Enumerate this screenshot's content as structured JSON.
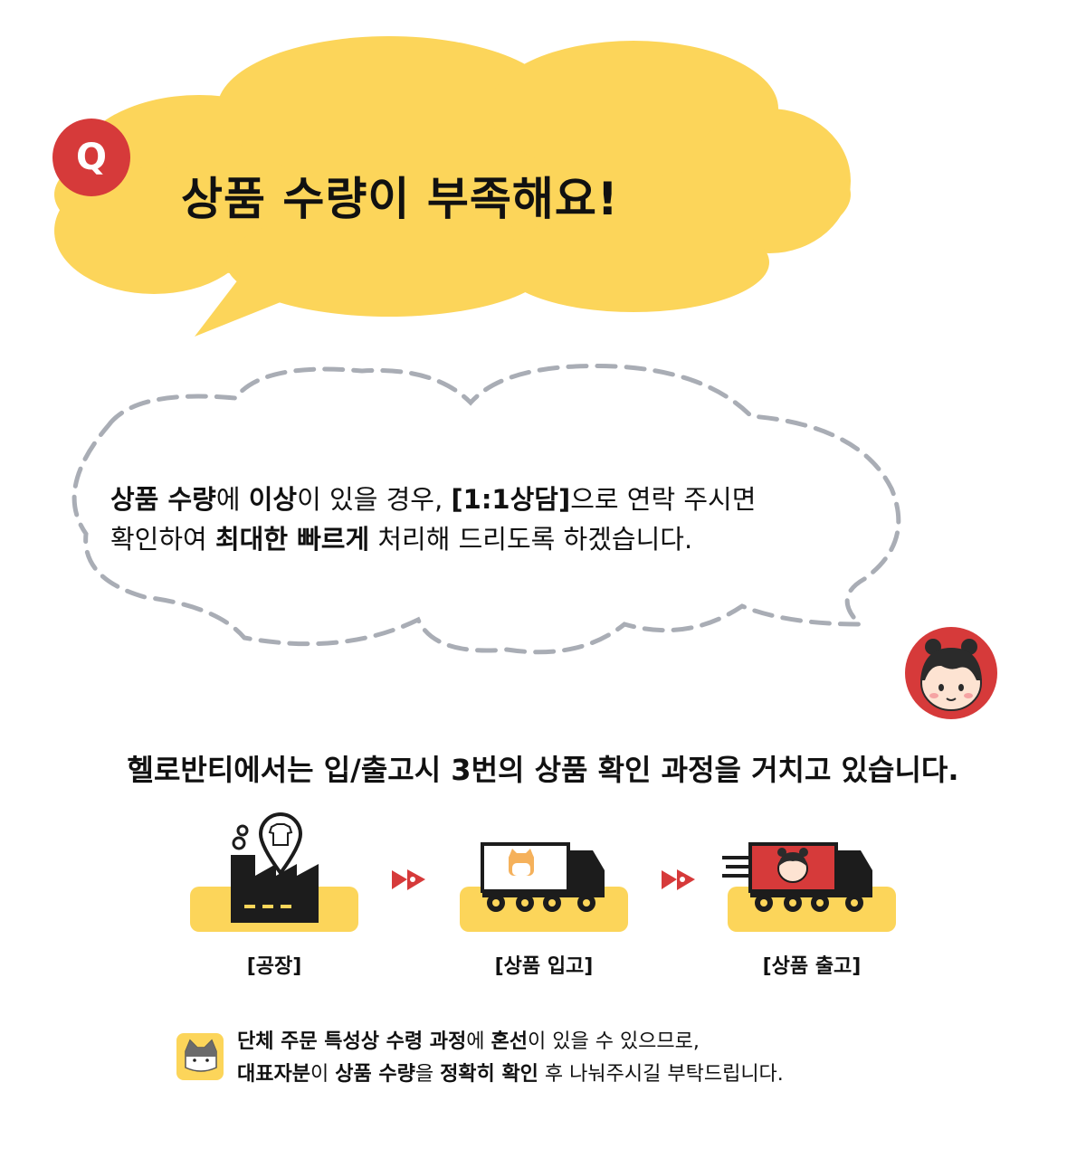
{
  "question": {
    "badge": "Q",
    "title": "상품 수량이 부족해요!"
  },
  "answer": {
    "line1": [
      {
        "text": "상품 수량",
        "bold": true
      },
      {
        "text": "에 ",
        "bold": false
      },
      {
        "text": "이상",
        "bold": true
      },
      {
        "text": "이 있을 경우, ",
        "bold": false
      },
      {
        "text": "[1:1상담]",
        "bold": true
      },
      {
        "text": "으로 연락 주시면",
        "bold": false
      }
    ],
    "line2": [
      {
        "text": "확인하여 ",
        "bold": false
      },
      {
        "text": "최대한 빠르게",
        "bold": true
      },
      {
        "text": " 처리해 드리도록 하겠습니다.",
        "bold": false
      }
    ]
  },
  "process": {
    "heading": "헬로반티에서는 입/출고시 3번의 상품 확인 과정을 거치고 있습니다.",
    "steps": [
      {
        "label": "[공장]",
        "icon": "factory-icon"
      },
      {
        "label": "[상품 입고]",
        "icon": "truck-icon"
      },
      {
        "label": "[상품 출고]",
        "icon": "fast-truck-icon"
      }
    ]
  },
  "note": {
    "line1": [
      {
        "text": "단체 주문 특성상 수령 과정",
        "bold": true
      },
      {
        "text": "에 ",
        "bold": false
      },
      {
        "text": "혼선",
        "bold": true
      },
      {
        "text": "이 있을 수 있으므로,",
        "bold": false
      }
    ],
    "line2": [
      {
        "text": "대표자분",
        "bold": true
      },
      {
        "text": "이 ",
        "bold": false
      },
      {
        "text": "상품 수량",
        "bold": true
      },
      {
        "text": "을 ",
        "bold": false
      },
      {
        "text": "정확히 확인",
        "bold": true
      },
      {
        "text": " 후 나눠주시길 부탁드립니다.",
        "bold": false
      }
    ]
  },
  "colors": {
    "yellow": "#fcd55a",
    "red": "#d63a3a",
    "dash_gray": "#a9adb5",
    "text": "#111111"
  }
}
